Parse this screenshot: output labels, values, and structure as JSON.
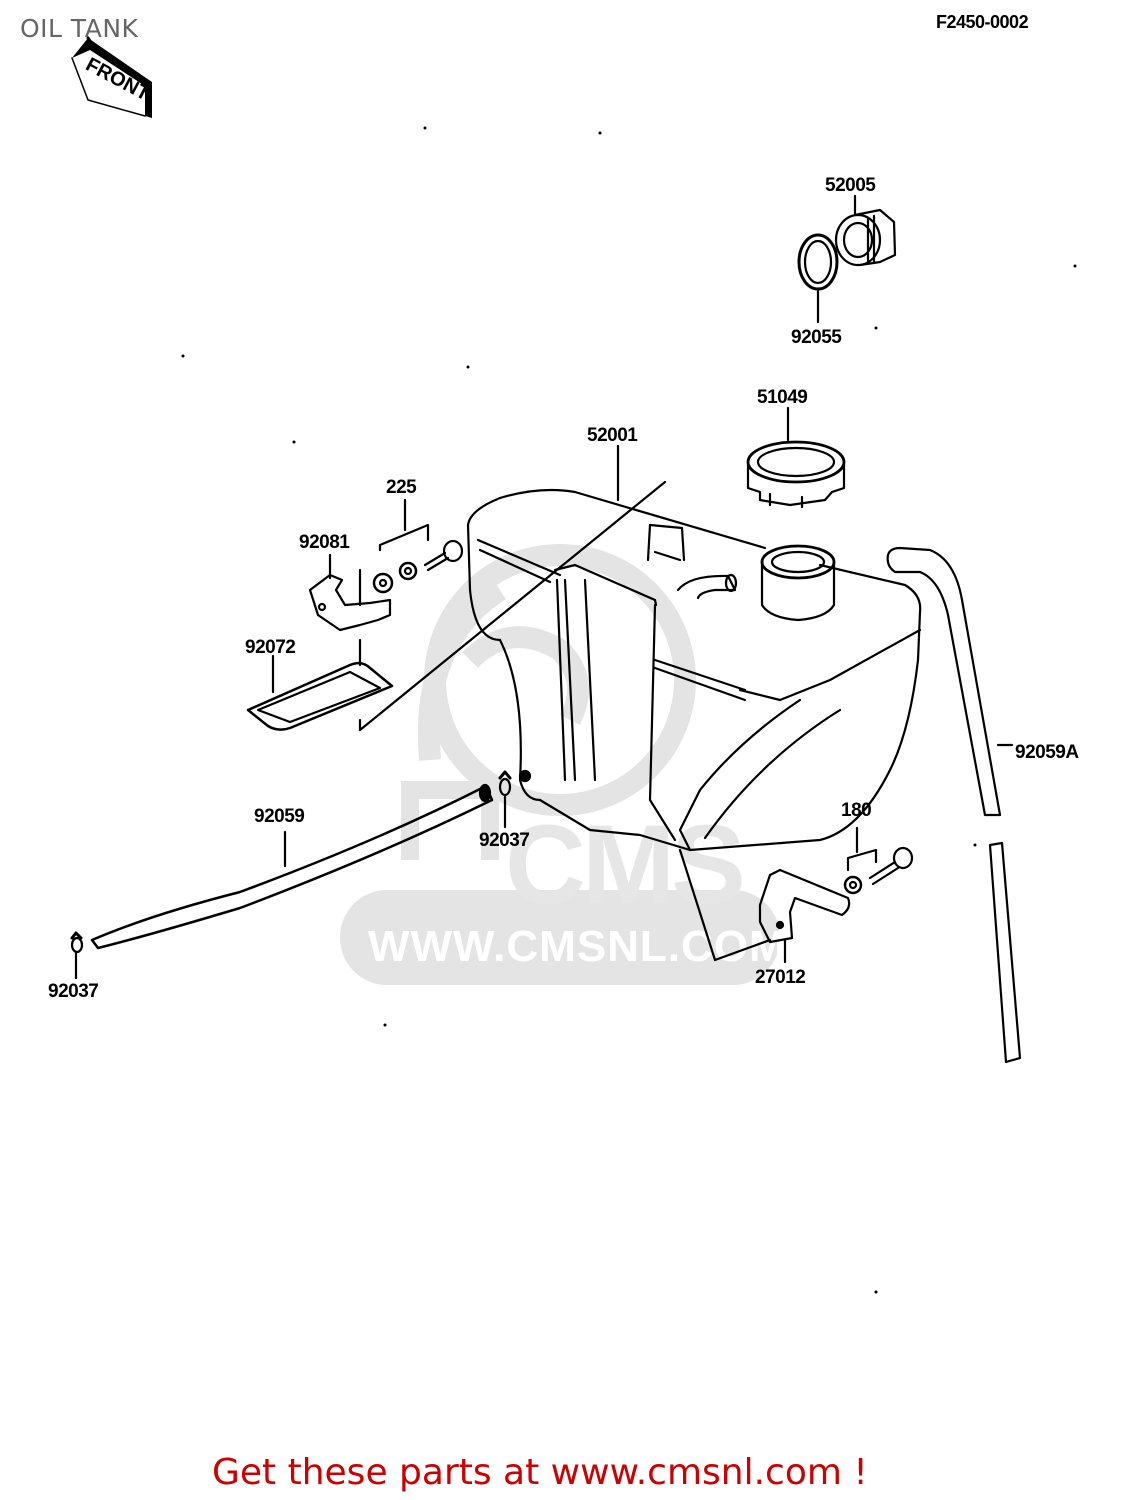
{
  "header": {
    "title": "OIL TANK",
    "diagram_code": "F2450-0002",
    "front_marker": "FRONT"
  },
  "watermark": {
    "brand": "CMS",
    "url": "WWW.CMSNL.COM",
    "color": "#e6e6e6"
  },
  "parts": [
    {
      "id": "p52005",
      "number": "52005",
      "name": "cap"
    },
    {
      "id": "p92055",
      "number": "92055",
      "name": "o-ring"
    },
    {
      "id": "p51049",
      "number": "51049",
      "name": "filler cap"
    },
    {
      "id": "p52001",
      "number": "52001",
      "name": "oil tank"
    },
    {
      "id": "p225",
      "number": "225",
      "name": "bolt and washer set"
    },
    {
      "id": "p92081",
      "number": "92081",
      "name": "clamp"
    },
    {
      "id": "p92072",
      "number": "92072",
      "name": "rubber pad"
    },
    {
      "id": "p92059A",
      "number": "92059A",
      "name": "breather hose"
    },
    {
      "id": "p92059",
      "number": "92059",
      "name": "oil hose"
    },
    {
      "id": "p92037a",
      "number": "92037",
      "name": "hose clip (tank side)"
    },
    {
      "id": "p92037b",
      "number": "92037",
      "name": "hose clip (end)"
    },
    {
      "id": "p180",
      "number": "180",
      "name": "bolt and washer"
    },
    {
      "id": "p27012",
      "number": "27012",
      "name": "bracket"
    }
  ],
  "footer": {
    "link_text": "Get these parts at www.cmsnl.com !",
    "color": "#cc0000"
  }
}
